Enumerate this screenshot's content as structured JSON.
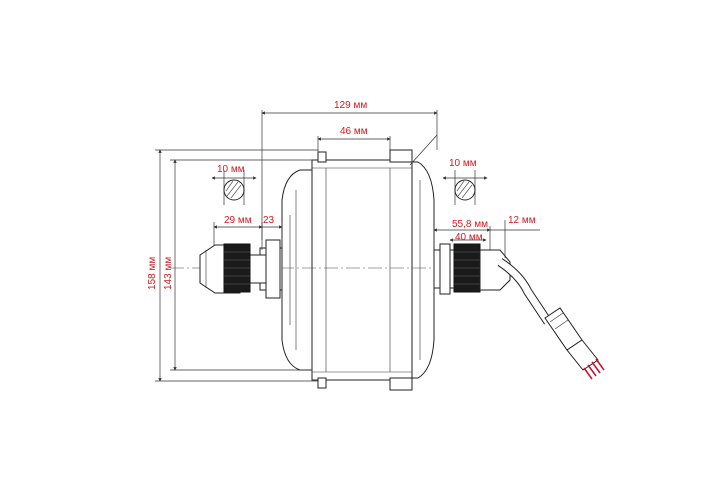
{
  "dimensions": {
    "overall_width": "129 мм",
    "hub_width": "46 мм",
    "left_flat": "10 мм",
    "right_flat": "10 мм",
    "left_axle": "29 мм",
    "left_spacer": "23",
    "right_axle_total": "55,8 мм",
    "right_axle_inner": "40 мм",
    "cable_offset": "12 мм",
    "outer_diameter": "158 мм",
    "inner_diameter": "143 мм"
  },
  "colors": {
    "dimension_text": "#d71920",
    "lines": "#333333"
  }
}
